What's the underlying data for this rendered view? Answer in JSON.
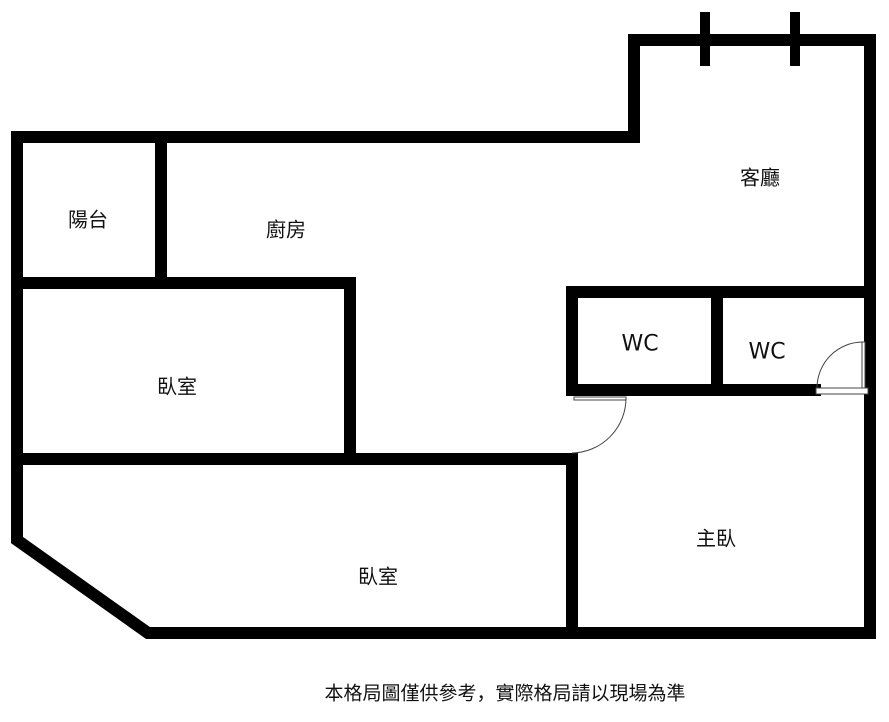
{
  "rooms": {
    "balcony": "陽台",
    "kitchen": "廚房",
    "living_room": "客廳",
    "bedroom_1": "臥室",
    "wc_1": "WC",
    "wc_2": "WC",
    "master_bedroom": "主臥",
    "bedroom_2": "臥室"
  },
  "caption": "本格局圖僅供參考，實際格局請以現場為準",
  "colors": {
    "wall": "#000000",
    "background": "#ffffff"
  }
}
